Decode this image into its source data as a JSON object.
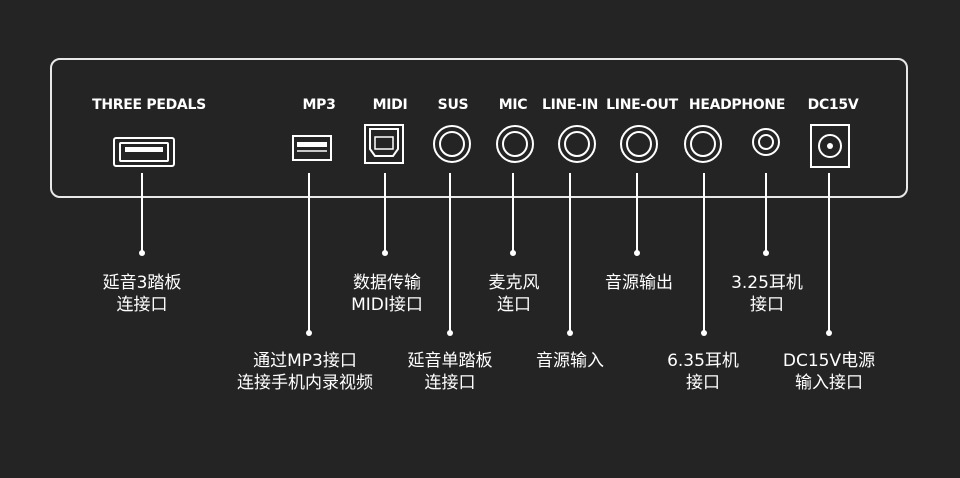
{
  "ports": [
    {
      "id": "three-pedals",
      "label": "THREE PEDALS",
      "caption": [
        "延音3踏板",
        "连接口"
      ]
    },
    {
      "id": "mp3",
      "label": "MP3",
      "caption": [
        "通过MP3接口",
        "连接手机内录视频"
      ]
    },
    {
      "id": "midi",
      "label": "MIDI",
      "caption": [
        "数据传输",
        "MIDI接口"
      ]
    },
    {
      "id": "sus",
      "label": "SUS",
      "caption": [
        "延音单踏板",
        "连接口"
      ]
    },
    {
      "id": "mic",
      "label": "MIC",
      "caption": [
        "麦克风",
        "连口"
      ]
    },
    {
      "id": "line-in",
      "label": "LINE-IN",
      "caption": [
        "音源输入"
      ]
    },
    {
      "id": "line-out",
      "label": "LINE-OUT",
      "caption": [
        "音源输出"
      ]
    },
    {
      "id": "headphone",
      "label": "HEADPHONE",
      "caption": [
        "6.35耳机",
        "接口"
      ]
    },
    {
      "id": "headphone-small",
      "label": "",
      "caption": [
        "3.25耳机",
        "接口"
      ]
    },
    {
      "id": "dc15v",
      "label": "DC15V",
      "caption": [
        "DC15V电源",
        "输入接口"
      ]
    }
  ],
  "colors": {
    "background": "#242424",
    "foreground": "#ffffff",
    "panel_border": "#e8e8e8"
  }
}
